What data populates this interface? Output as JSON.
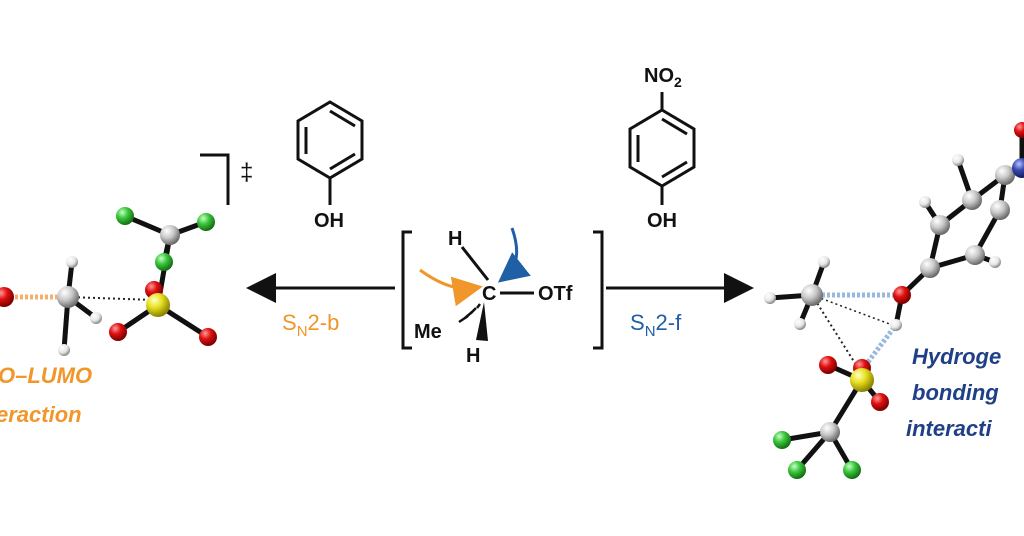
{
  "left_molecule": {
    "label": "OH"
  },
  "right_molecule": {
    "top_label": "NO",
    "top_subscript": "2",
    "bottom_label": "OH"
  },
  "center": {
    "h_top": "H",
    "c": "C",
    "otf": "OTf",
    "me": "Me",
    "h_bottom": "H",
    "dagger": "‡"
  },
  "left_path": {
    "s": "S",
    "sub": "N",
    "rest": "2-b",
    "color": "#f0962a"
  },
  "right_path": {
    "s": "S",
    "sub": "N",
    "rest": "2-f",
    "color": "#1f5fa6"
  },
  "left_annotation": {
    "line1": "O–LUMO",
    "line2": "eraction",
    "color": "#f0962a"
  },
  "right_annotation": {
    "line1": "Hydroge",
    "line2": "bonding",
    "line3": "interacti",
    "color": "#1f3f86"
  },
  "colors": {
    "carbon": "#d8d8d8",
    "hydrogen": "#f4f4f4",
    "oxygen": "#e01010",
    "fluorine": "#3cc83c",
    "sulfur": "#e8e020",
    "nitrogen": "#3a49b0"
  }
}
